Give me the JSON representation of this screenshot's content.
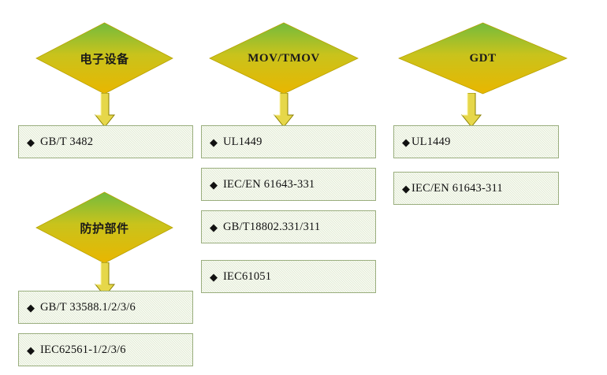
{
  "diagram": {
    "title": "",
    "colors": {
      "diamond_top": "#7fbf3f",
      "diamond_bottom": "#e8b700",
      "diamond_mid": "#d4c21a",
      "box_fill": "#e3ecd4",
      "box_border": "#9aae7e",
      "arrow_fill": "#e8d94a",
      "arrow_border": "#8a7f00"
    },
    "nodes": [
      {
        "id": "n1",
        "label": "电子设备",
        "type": "diamond"
      },
      {
        "id": "n2",
        "label": "MOV/TMOV",
        "type": "diamond"
      },
      {
        "id": "n3",
        "label": "GDT",
        "type": "diamond"
      },
      {
        "id": "n4",
        "label": "防护部件",
        "type": "diamond"
      }
    ],
    "bullet_glyph": "◆",
    "groups": [
      {
        "parent": "电子设备",
        "items": [
          "GB/T 3482"
        ]
      },
      {
        "parent": "MOV/TMOV",
        "items": [
          "UL1449",
          "IEC/EN 61643-331",
          "GB/T18802.331/311",
          "IEC61051"
        ]
      },
      {
        "parent": "GDT",
        "items": [
          "UL1449",
          "IEC/EN 61643-311"
        ]
      },
      {
        "parent": "防护部件",
        "items": [
          "GB/T 33588.1/2/3/6",
          "IEC62561-1/2/3/6"
        ]
      }
    ]
  }
}
